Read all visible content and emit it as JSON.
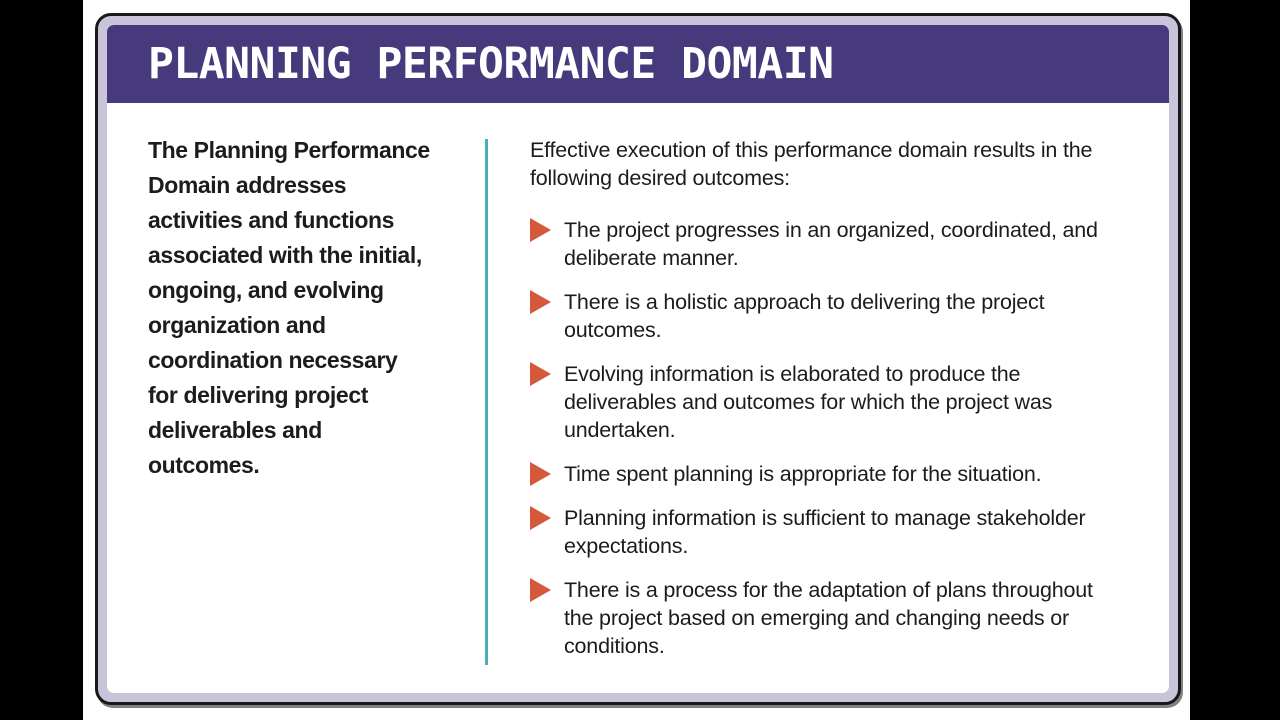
{
  "colors": {
    "background": "#000000",
    "slide_bg": "#ffffff",
    "card_border": "#c9c4d9",
    "card_outline": "#191919",
    "header_bg": "#463a7d",
    "header_text": "#ffffff",
    "body_text": "#1c1c1c",
    "divider": "#4aafba",
    "bullet_arrow": "#d4583a"
  },
  "header": {
    "title": "PLANNING PERFORMANCE DOMAIN"
  },
  "left_panel": {
    "text": "The Planning Performance\nDomain addresses\nactivities and functions\nassociated with the initial,\nongoing, and evolving\norganization and\ncoordination necessary\nfor delivering project\ndeliverables and\noutcomes."
  },
  "right_panel": {
    "intro": "Effective execution of this performance domain results in the\nfollowing desired outcomes:",
    "bullets": [
      "The project progresses in an organized, coordinated, and\ndeliberate manner.",
      "There is a holistic approach to delivering the project\noutcomes.",
      "Evolving information is elaborated to produce the\ndeliverables and outcomes for which the project was\nundertaken.",
      "Time spent planning is appropriate for the situation.",
      "Planning information is sufficient to manage stakeholder\nexpectations.",
      "There is a process for the adaptation of plans throughout\nthe project based on emerging and changing needs or\nconditions."
    ]
  }
}
